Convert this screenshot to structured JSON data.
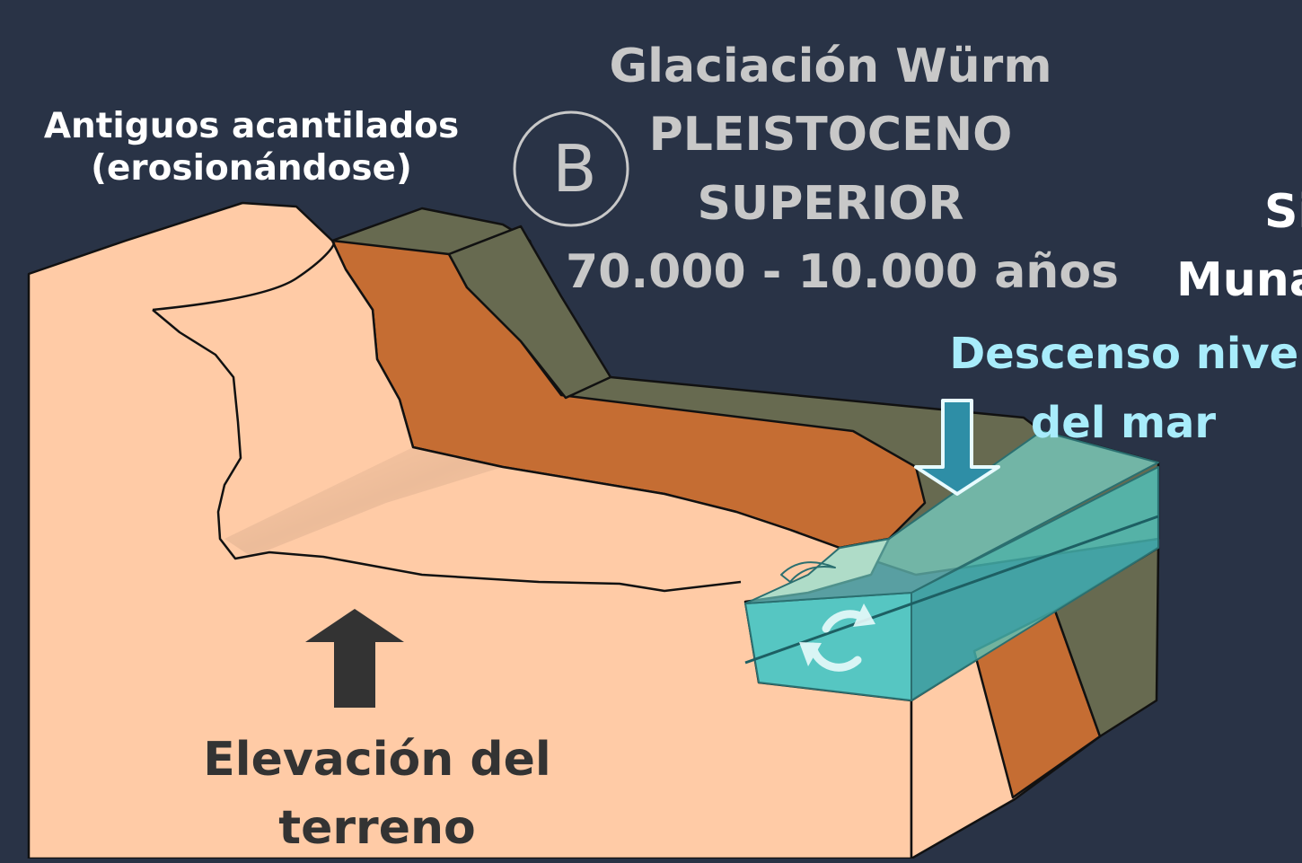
{
  "badge": {
    "letter": "B"
  },
  "title": {
    "line1": "Glaciación Würm",
    "line2": "PLEISTOCENO",
    "line3": "SUPERIOR",
    "line4": "70.000 - 10.000 años"
  },
  "cliffs_label": {
    "line1": "Antiguos acantilados",
    "line2": "(erosionándose)"
  },
  "right_label": {
    "line1": "Si",
    "line2": "Muna"
  },
  "sea_level_label": {
    "line1": "Descenso nivel",
    "line2": "del mar"
  },
  "uplift_label": {
    "line1": "Elevación del",
    "line2": "terreno"
  },
  "colors": {
    "background": "#293346",
    "ground": "#ffcba6",
    "orange_layer": "#c56d33",
    "olive_layer": "#676a50",
    "water": "#5ee0d8",
    "title_gray": "#c8c8c8",
    "sea_label": "#a8ecfb",
    "down_arrow": "#2e8ea6",
    "up_arrow": "#333333"
  },
  "icons": {
    "sea_arrow": "arrow-down-icon",
    "uplift_arrow": "arrow-up-icon",
    "wave_cycle": "refresh-cycle-icon"
  }
}
